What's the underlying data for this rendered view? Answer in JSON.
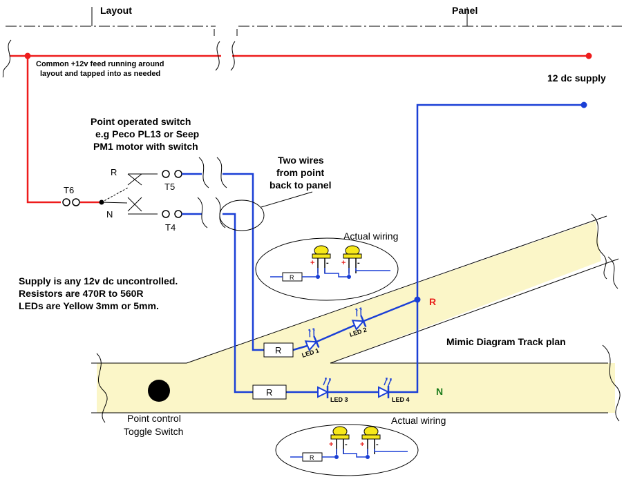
{
  "header": {
    "left": "Layout",
    "right": "Panel"
  },
  "feed": {
    "line1": "Common +12v feed running around",
    "line2": "layout and tapped into as needed",
    "supply": "12 dc supply"
  },
  "switch_note": {
    "line1": "Point operated switch",
    "line2": "e.g Peco PL13 or Seep",
    "line3": "PM1 motor with switch"
  },
  "wires_note": {
    "line1": "Two wires",
    "line2": "from point",
    "line3": "back to panel"
  },
  "terminals": {
    "t6": "T6",
    "t5": "T5",
    "t4": "T4",
    "r": "R",
    "n": "N"
  },
  "supply_note": {
    "line1": "Supply is any 12v dc uncontrolled.",
    "line2": "Resistors are 470R to 560R",
    "line3": "LEDs are Yellow 3mm or 5mm."
  },
  "actual_wiring": "Actual wiring",
  "wiring_inset": {
    "resistor": "R",
    "plus": "+",
    "minus": "-"
  },
  "mimic": {
    "title": "Mimic Diagram Track plan",
    "route_r": "R",
    "route_n": "N",
    "resistor": "R",
    "led1": "LED 1",
    "led2": "LED 2",
    "led3": "LED 3",
    "led4": "LED 4",
    "toggle_line1": "Point control",
    "toggle_line2": "Toggle Switch"
  },
  "colors": {
    "feed": "#ee1c1c",
    "wire": "#1a3fd6",
    "track": "#fbf6c8",
    "led": "#f7e81a",
    "route_r": "#e8201c",
    "route_n": "#1a7a1a"
  }
}
